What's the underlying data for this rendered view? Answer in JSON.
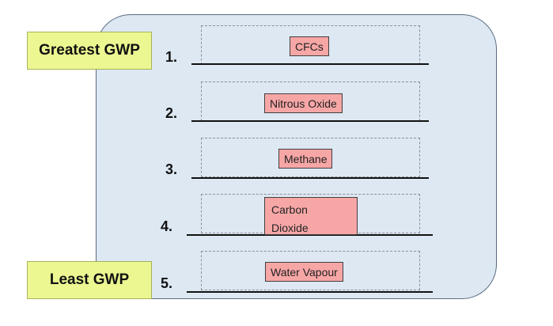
{
  "labels": {
    "greatest": "Greatest GWP",
    "least": "Least GWP"
  },
  "ranks": [
    "1.",
    "2.",
    "3.",
    "4.",
    "5."
  ],
  "answers": [
    "CFCs",
    "Nitrous Oxide",
    "Methane",
    "Carbon\nDioxide",
    "Water Vapour"
  ],
  "colors": {
    "panel": "#dde8f3",
    "label_fill": "#ecf791",
    "tile_fill": "#f7a6a6"
  }
}
